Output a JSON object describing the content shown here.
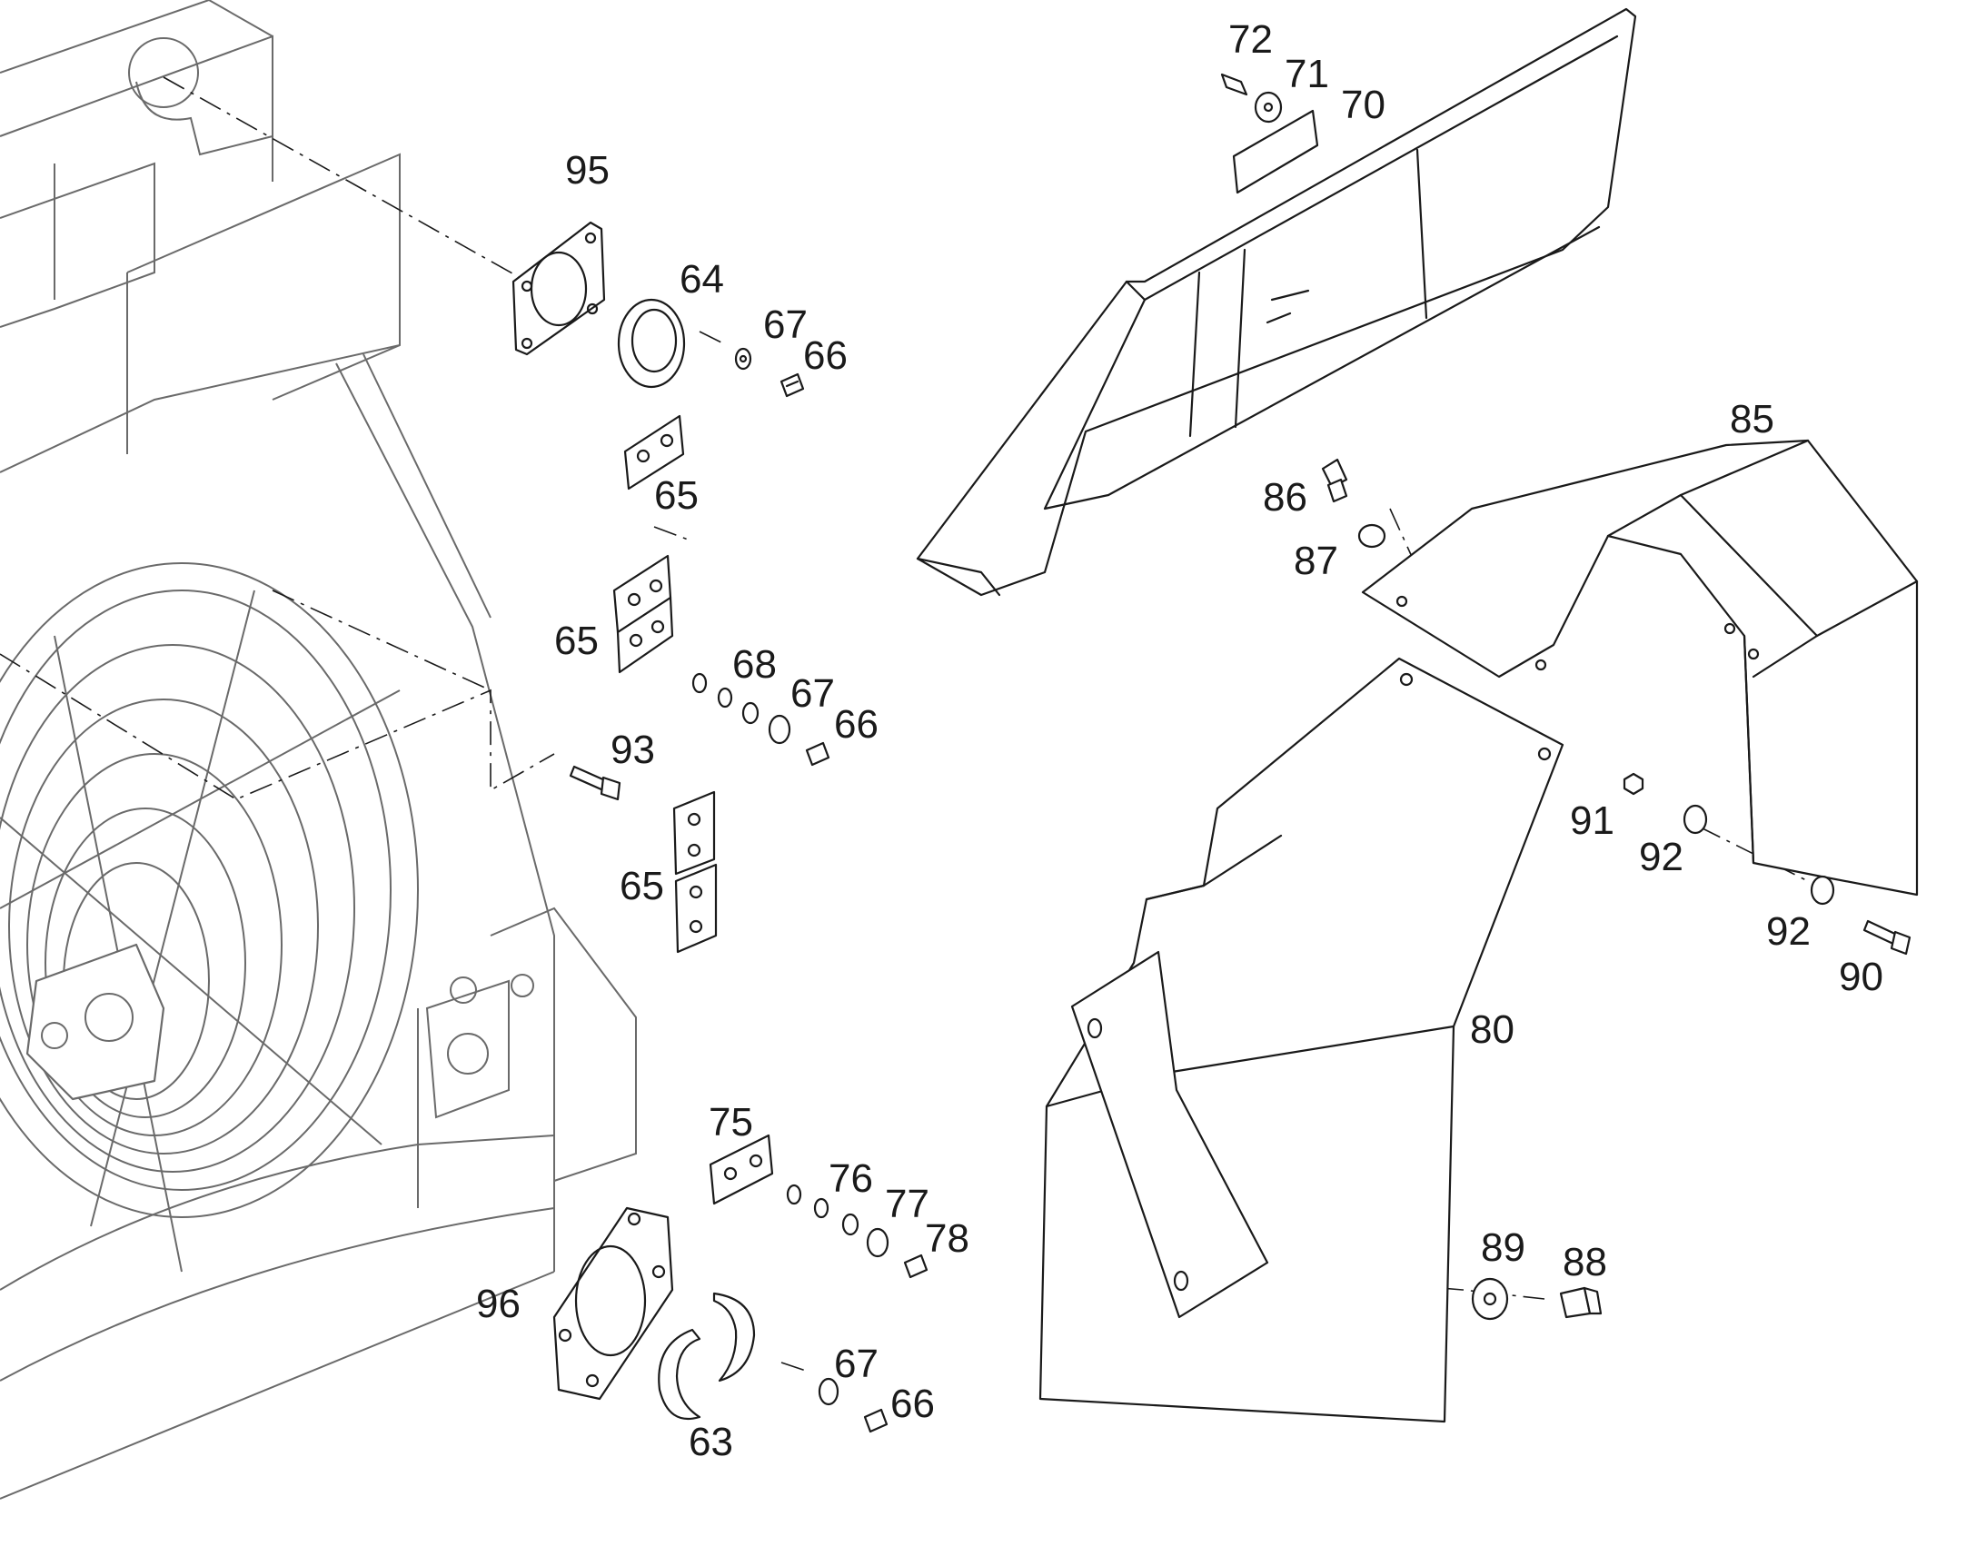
{
  "callouts": [
    "95",
    "64",
    "67",
    "66",
    "65",
    "65",
    "68",
    "67",
    "66",
    "93",
    "65",
    "75",
    "76",
    "77",
    "78",
    "96",
    "63",
    "67",
    "66",
    "72",
    "71",
    "70",
    "85",
    "86",
    "87",
    "91",
    "92",
    "92",
    "90",
    "80",
    "89",
    "88"
  ]
}
